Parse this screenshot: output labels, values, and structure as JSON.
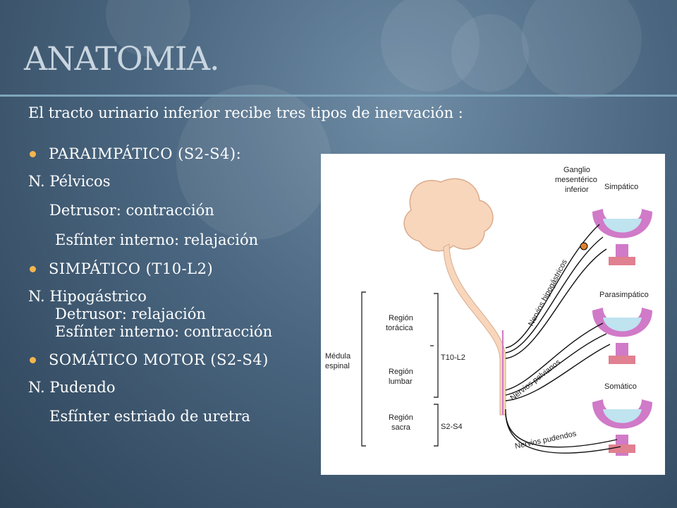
{
  "slide": {
    "title": "ANATOMIA.",
    "intro": "El tracto urinario inferior recibe tres tipos de inervación :",
    "sections": [
      {
        "heading": "PARAIMPÁTICO (S2-S4):",
        "nerve": "N. Pélvicos",
        "effects": [
          "Detrusor: contracción",
          "Esfínter interno: relajación"
        ]
      },
      {
        "heading": "SIMPÁTICO (T10-L2)",
        "nerve": "N. Hipogástrico",
        "effects": [
          "Detrusor: relajación",
          "Esfínter interno: contracción"
        ]
      },
      {
        "heading": "SOMÁTICO MOTOR (S2-S4)",
        "nerve": "N. Pudendo",
        "effects": [
          "Esfínter estriado de uretra"
        ]
      }
    ]
  },
  "figure": {
    "ganglio": [
      "Ganglio",
      "mesentérico",
      "inferior"
    ],
    "simpatico": "Simpático",
    "parasimpatico": "Parasimpático",
    "somatico": "Somático",
    "medula": [
      "Médula",
      "espinal"
    ],
    "region_toracica": [
      "Región",
      "torácica"
    ],
    "region_lumbar": [
      "Región",
      "lumbar"
    ],
    "region_sacra": [
      "Región",
      "sacra"
    ],
    "t10_l2": "T10-L2",
    "s2_s4": "S2-S4",
    "nervios_hipogastricos": "Nervios hipogástricos",
    "nervios_pelvianos": "Nervios pelvianos",
    "nervios_pudendos": "Nervios pudendos"
  },
  "colors": {
    "accent_bullet": "#f3b64e",
    "rule": "#7fa6bd",
    "bladder": "#d07ac8",
    "brain": "#f8d6bb"
  }
}
